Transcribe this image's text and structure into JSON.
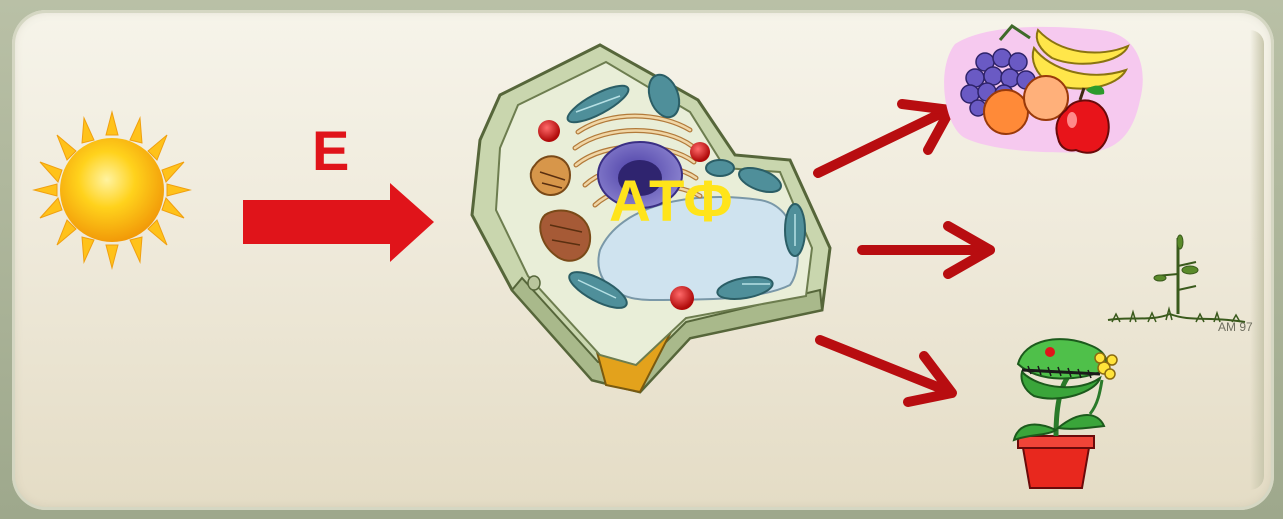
{
  "energy_label": "E",
  "cell_label": "АТФ",
  "credit_label": "AM 97",
  "colors": {
    "arrow_red": "#e0141a",
    "dark_red_arrows": "#b80d10",
    "atf_yellow": "#ffe41a",
    "panel_bg": "#f3f0e4"
  },
  "icons": {
    "sun": "sun-icon",
    "cell": "plant-cell-icon",
    "fruits": "fruit-basket-icon",
    "seedling": "seedling-icon",
    "flytrap": "venus-flytrap-icon"
  }
}
